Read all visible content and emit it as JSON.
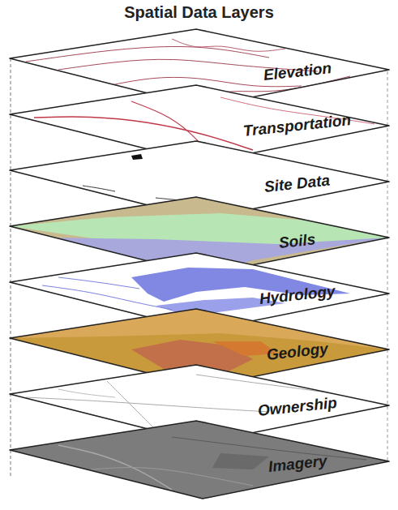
{
  "diagram": {
    "title": "Spatial Data Layers",
    "nodes": [
      {
        "text": [
          "Elevation"
        ]
      },
      {
        "text": [
          "Transportation"
        ]
      },
      {
        "text": [
          "Site Data"
        ]
      },
      {
        "text": [
          "Soils"
        ]
      },
      {
        "text": [
          "Hydrology"
        ]
      },
      {
        "text": [
          "Geology"
        ]
      },
      {
        "text": [
          "Ownership"
        ]
      },
      {
        "text": [
          "Imagery"
        ]
      }
    ]
  }
}
